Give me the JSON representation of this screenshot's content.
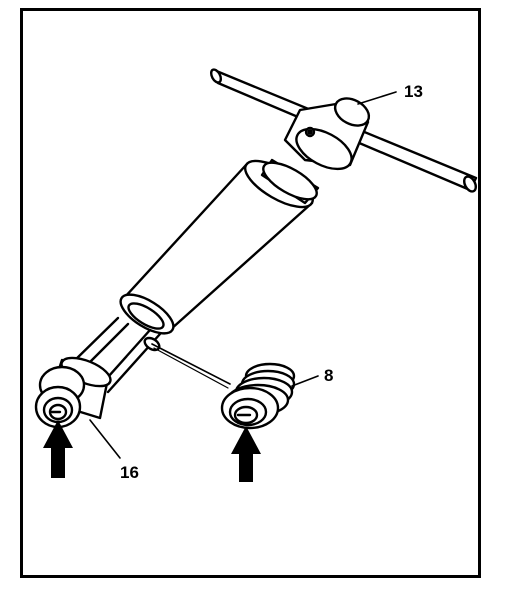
{
  "figure": {
    "callouts": {
      "tool": "13",
      "insert": "8",
      "sleeve": "16"
    },
    "colors": {
      "line": "#000000",
      "background": "#ffffff"
    }
  }
}
